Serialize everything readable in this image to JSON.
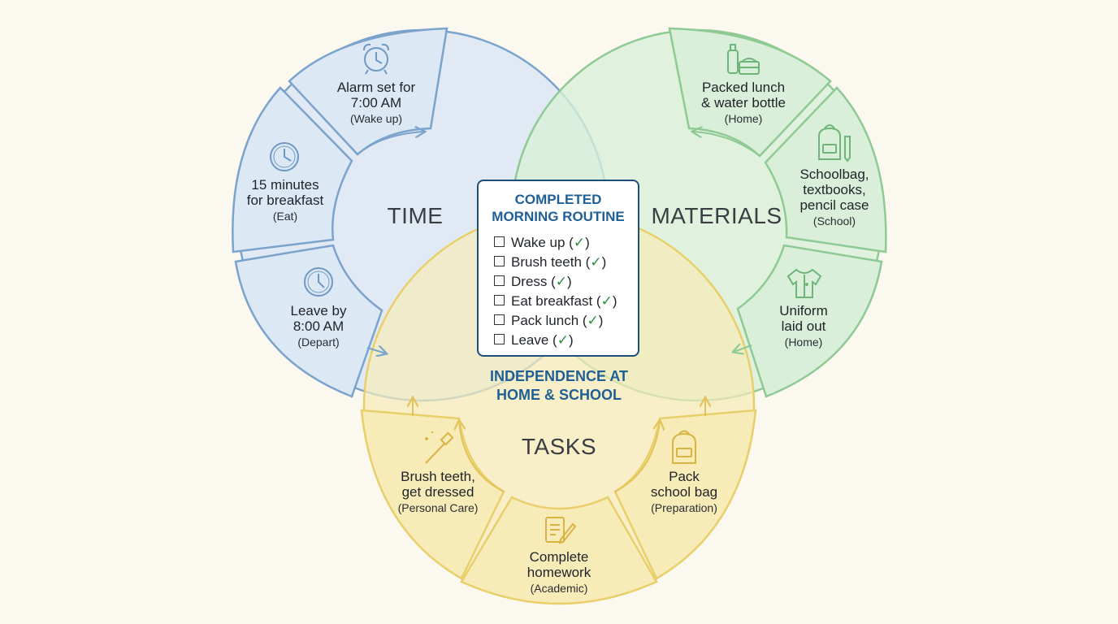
{
  "colors": {
    "time": "#7ba3cc",
    "time_fill": "#dce8f4",
    "materials": "#8fca94",
    "materials_fill": "#d9efd9",
    "tasks": "#e8cf6a",
    "tasks_fill": "#f7ebb8",
    "checklist_border": "#1e4f7a",
    "heading": "#1f5f95",
    "check": "#2e8b3a"
  },
  "circles": {
    "time": "TIME",
    "materials": "MATERIALS",
    "tasks": "TASKS"
  },
  "segments": {
    "alarm": {
      "icon": "alarm-clock-icon",
      "line1": "Alarm set for",
      "line2": "7:00 AM",
      "sub": "(Wake up)"
    },
    "breakfast": {
      "icon": "clock-icon",
      "line1": "15 minutes",
      "line2": "for breakfast",
      "sub": "(Eat)"
    },
    "leave": {
      "icon": "clock-icon",
      "line1": "Leave by",
      "line2": "8:00 AM",
      "sub": "(Depart)"
    },
    "lunch": {
      "icon": "lunchbox-bottle-icon",
      "line1": "Packed lunch",
      "line2": "& water bottle",
      "sub": "(Home)"
    },
    "schoolbag": {
      "icon": "backpack-pencil-icon",
      "line1": "Schoolbag,",
      "line2": "textbooks,",
      "line3": "pencil case",
      "sub": "(School)"
    },
    "uniform": {
      "icon": "shirt-icon",
      "line1": "Uniform",
      "line2": "laid out",
      "sub": "(Home)"
    },
    "brush": {
      "icon": "toothbrush-icon",
      "line1": "Brush teeth,",
      "line2": "get dressed",
      "sub": "(Personal Care)"
    },
    "homework": {
      "icon": "notepad-pencil-icon",
      "line1": "Complete",
      "line2": "homework",
      "sub": "(Academic)"
    },
    "pack": {
      "icon": "backpack-icon",
      "line1": "Pack",
      "line2": "school bag",
      "sub": "(Preparation)"
    }
  },
  "checklist": {
    "title1": "COMPLETED",
    "title2": "MORNING ROUTINE",
    "items": [
      {
        "label": "Wake up (",
        "check": "✓",
        "close": ")"
      },
      {
        "label": "Brush teeth (",
        "check": "✓",
        "close": ")"
      },
      {
        "label": "Dress (",
        "check": "✓",
        "close": ")"
      },
      {
        "label": "Eat breakfast (",
        "check": "✓",
        "close": ")"
      },
      {
        "label": "Pack lunch (",
        "check": "✓",
        "close": ")"
      },
      {
        "label": "Leave (",
        "check": "✓",
        "close": ")"
      }
    ]
  },
  "center": {
    "line1": "INDEPENDENCE AT",
    "line2": "HOME & SCHOOL"
  }
}
